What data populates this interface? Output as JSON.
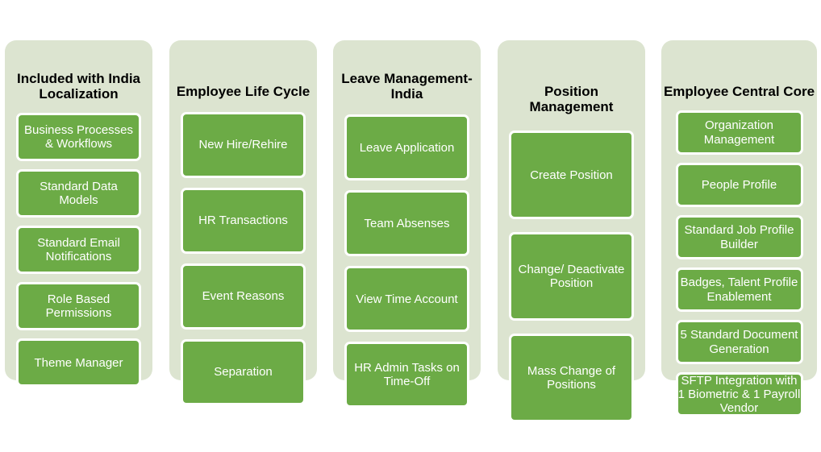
{
  "theme": {
    "page_background": "#FFFFFF",
    "panel_background": "#DCE4D0",
    "box_fill": "#6CAB46",
    "box_border": "#FFFFFF",
    "box_text": "#FFFFFF",
    "title_text": "#000000"
  },
  "columns": [
    {
      "title": "Included with India Localization",
      "items": [
        "Business Processes & Workflows",
        "Standard Data Models",
        "Standard Email Notifications",
        "Role Based Permissions",
        "Theme Manager"
      ]
    },
    {
      "title": "Employee Life Cycle",
      "items": [
        "New Hire/Rehire",
        "HR Transactions",
        "Event Reasons",
        "Separation"
      ]
    },
    {
      "title": "Leave Management-India",
      "items": [
        "Leave Application",
        "Team Absenses",
        "View Time Account",
        "HR Admin Tasks on Time-Off"
      ]
    },
    {
      "title": "Position Management",
      "items": [
        "Create Position",
        "Change/ Deactivate Position",
        "Mass Change of Positions"
      ]
    },
    {
      "title": "Employee Central Core",
      "items": [
        "Organization Management",
        "People Profile",
        "Standard Job Profile Builder",
        "Badges, Talent Profile Enablement",
        "5 Standard Document Generation",
        "SFTP Integration with 1 Biometric & 1 Payroll Vendor"
      ]
    }
  ]
}
